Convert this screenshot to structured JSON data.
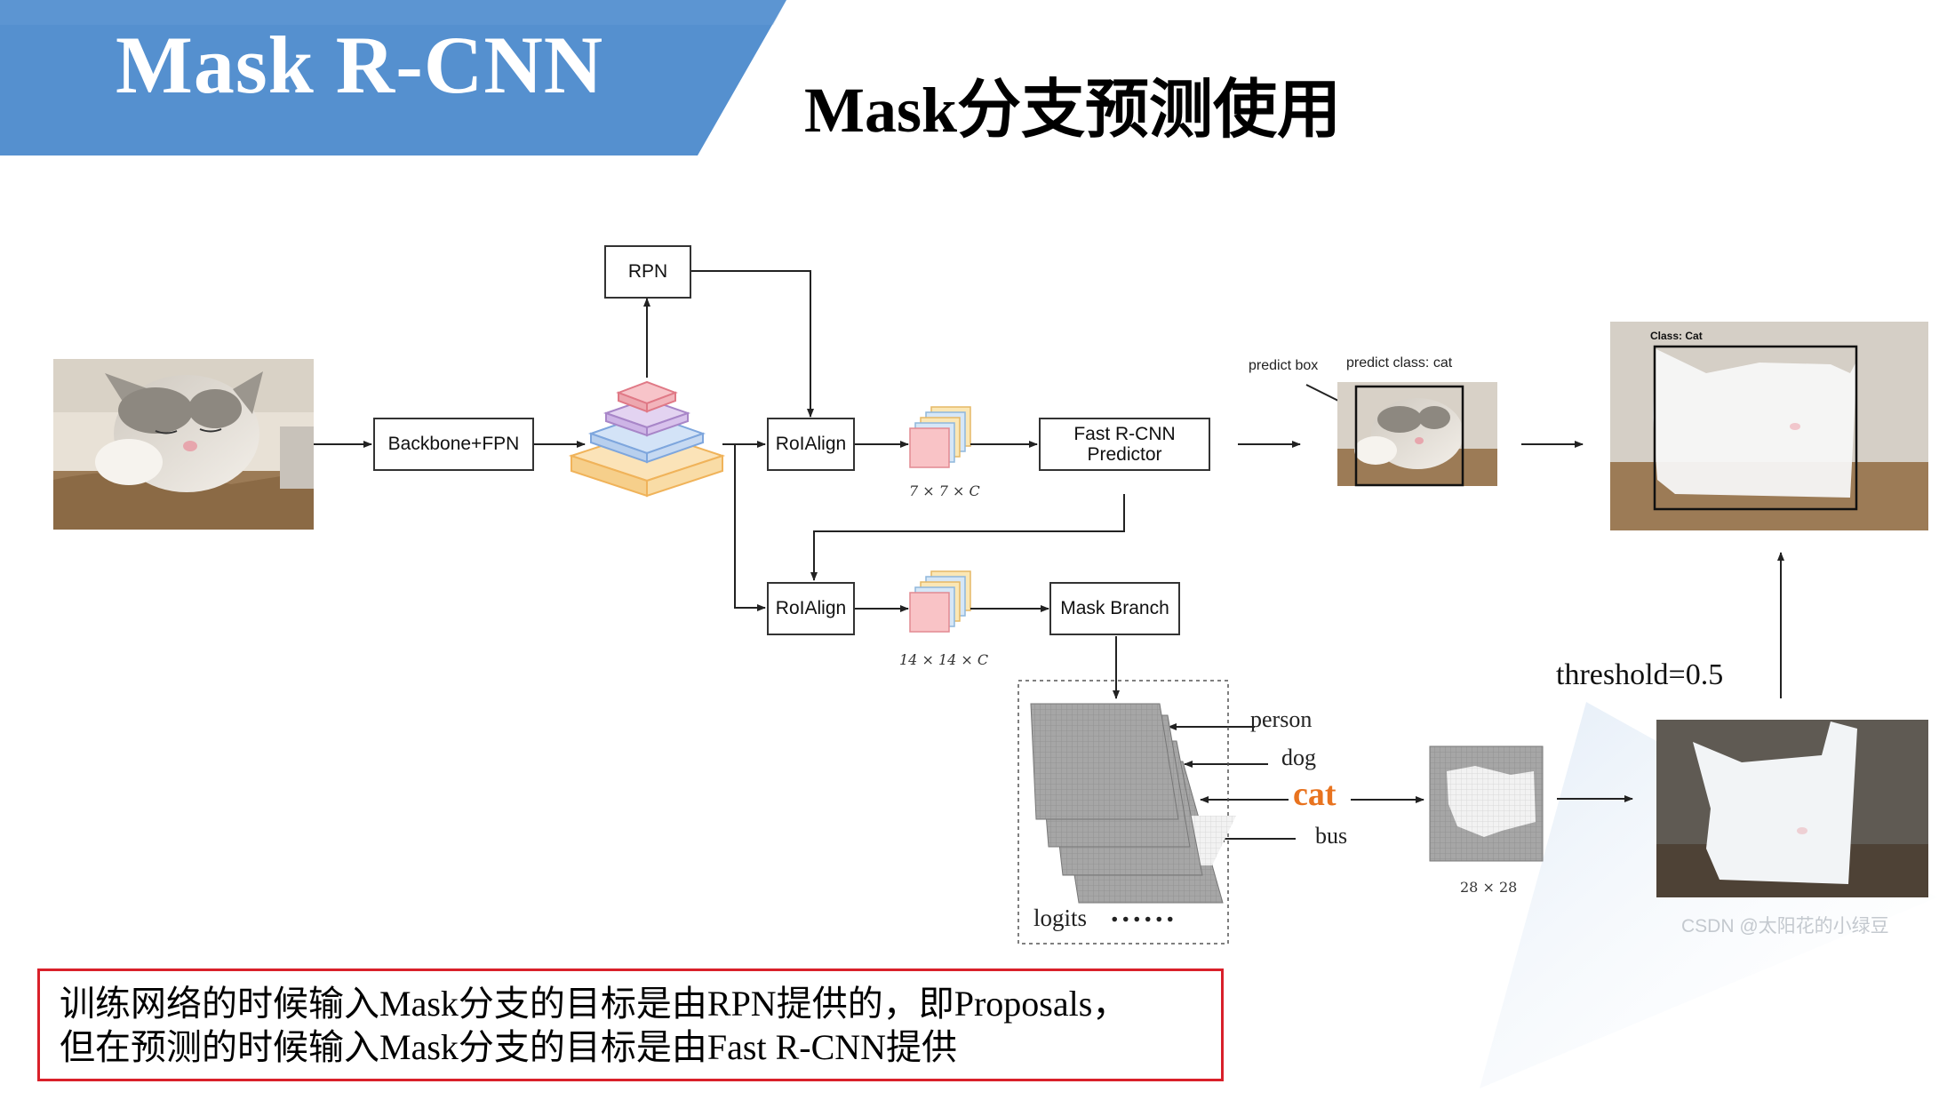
{
  "header": {
    "banner_title": "Mask R-CNN",
    "slide_title": "Mask分支预测使用",
    "banner_color": "#5590cf"
  },
  "diagram": {
    "rpn": "RPN",
    "backbone": "Backbone+FPN",
    "roialign_top": "RoIAlign",
    "roialign_bottom": "RoIAlign",
    "fast_rcnn_line1": "Fast R-CNN",
    "fast_rcnn_line2": "Predictor",
    "mask_branch": "Mask Branch",
    "dim_top": "7 × 7 × C",
    "dim_bottom": "14 × 14 × C",
    "predict_box": "predict box",
    "predict_class": "predict class: cat",
    "class_cat": "Class: Cat",
    "threshold": "threshold=0.5",
    "mask_size": "28 × 28",
    "classes": {
      "person": "person",
      "dog": "dog",
      "cat": "cat",
      "bus": "bus"
    },
    "logits": "logits",
    "dots": "......",
    "cat_color": "#e8731f"
  },
  "note": {
    "line1": "训练网络的时候输入Mask分支的目标是由RPN提供的，即Proposals，",
    "line2": "但在预测的时候输入Mask分支的目标是由Fast R-CNN提供",
    "border_color": "#d9202a"
  },
  "watermark": "CSDN @太阳花的小绿豆"
}
